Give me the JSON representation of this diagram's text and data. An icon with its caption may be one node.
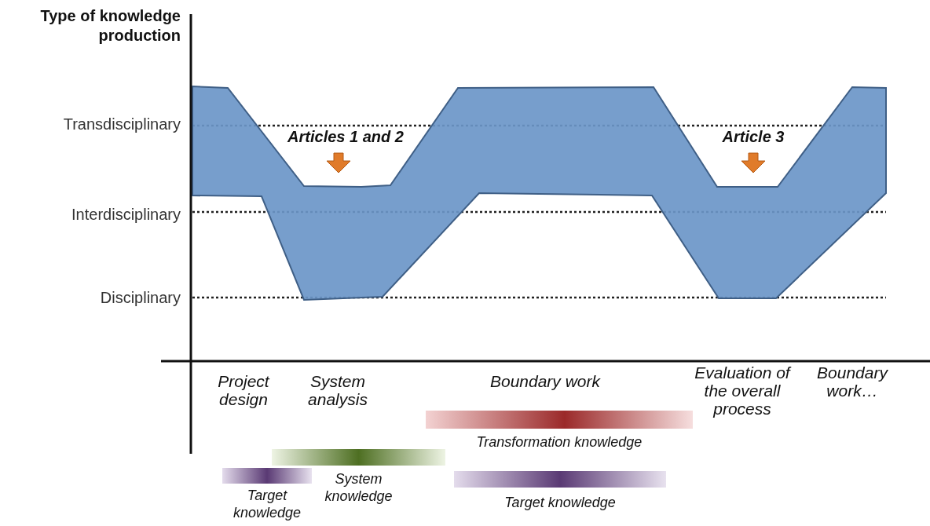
{
  "diagram": {
    "nodes": [
      {
        "text": [
          "Transformation knowledge"
        ]
      },
      {
        "text": [
          "System knowledge"
        ]
      },
      {
        "text": [
          "Target knowledge"
        ]
      },
      {
        "text": [
          "Target knowledge"
        ]
      }
    ],
    "labels": [
      "Type of knowledge production",
      "Transdisciplinary",
      "Articles 1 and 2",
      "Article 3",
      "Interdisciplinary",
      "Disciplinary",
      "Project design",
      "System analysis",
      "Boundary work",
      "Evaluation of the overall process",
      "Boundary work…"
    ]
  }
}
